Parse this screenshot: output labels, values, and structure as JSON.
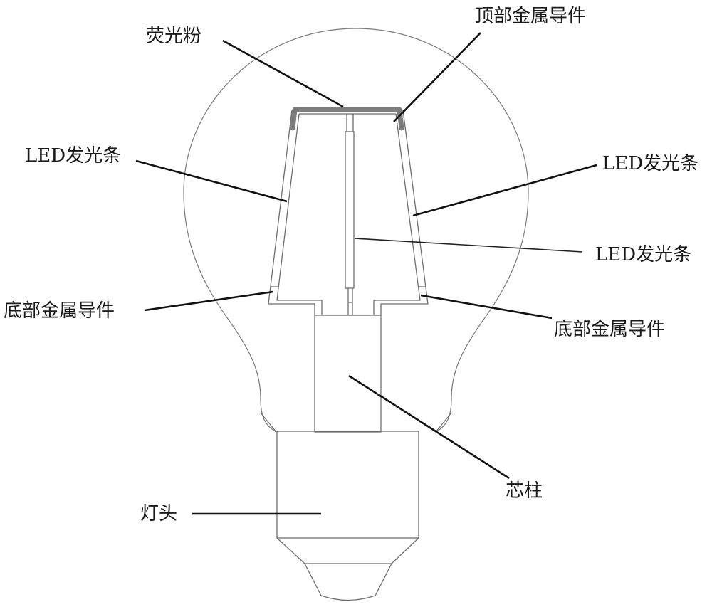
{
  "diagram": {
    "type": "LED filament bulb cross-section",
    "colors": {
      "outline": "#7a7a7a",
      "leader_line": "#111111",
      "phosphor_coating": "#7d7d7d",
      "text": "#1a1a1a",
      "background": "#ffffff"
    },
    "labels": {
      "phosphor": "荧光粉",
      "top_metal_lead": "顶部金属导件",
      "led_strip_left": "LED发光条",
      "led_strip_right": "LED发光条",
      "led_strip_center": "LED发光条",
      "bottom_metal_lead_left": "底部金属导件",
      "bottom_metal_lead_right": "底部金属导件",
      "stem": "芯柱",
      "lamp_base": "灯头"
    }
  }
}
